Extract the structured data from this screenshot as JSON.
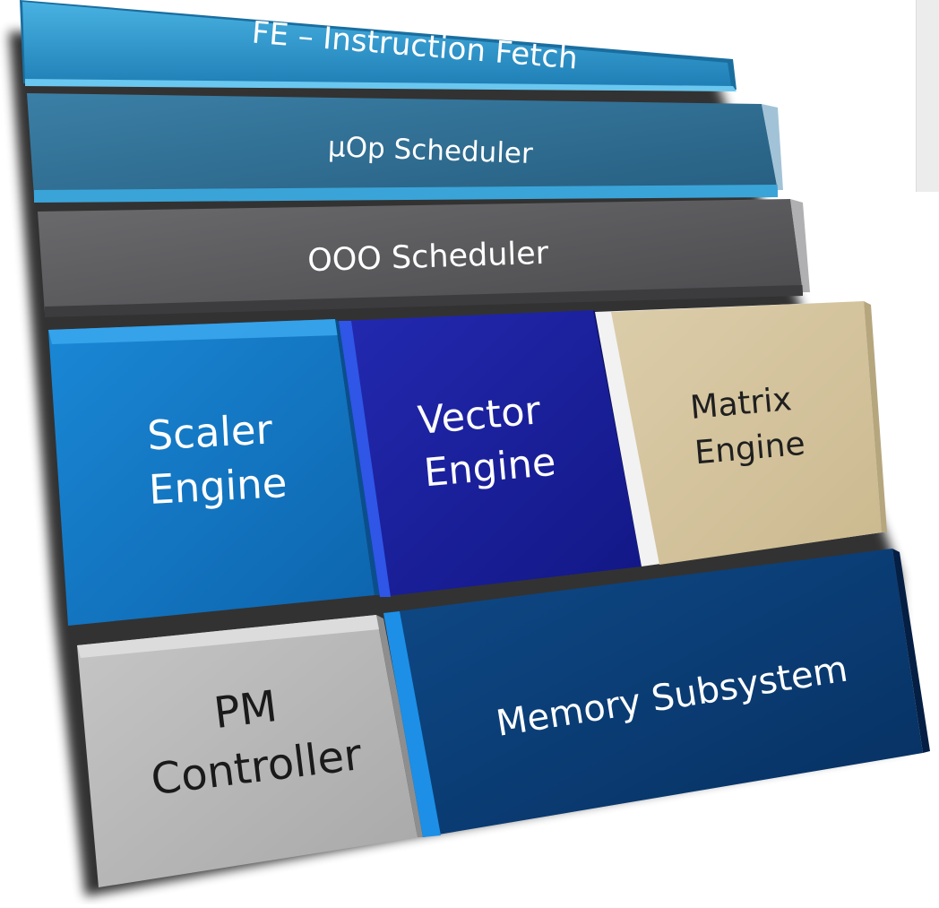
{
  "diagram": {
    "blocks": {
      "fe": {
        "label": "FE – Instruction Fetch",
        "color": "#2a8fc4"
      },
      "uop": {
        "label": "µOp Scheduler",
        "color": "#2d6f93"
      },
      "ooo": {
        "label": "OOO Scheduler",
        "color": "#5c5c5f"
      },
      "scaler": {
        "line1": "Scaler",
        "line2": "Engine",
        "color": "#1477c6"
      },
      "vector": {
        "line1": "Vector",
        "line2": "Engine",
        "color": "#1a1e9e"
      },
      "matrix": {
        "line1": "Matrix",
        "line2": "Engine",
        "color": "#d6c6a2"
      },
      "pm": {
        "line1": "PM",
        "line2": "Controller",
        "color": "#b9b9b9"
      },
      "memory": {
        "label": "Memory Subsystem",
        "color": "#0a3f78"
      }
    }
  }
}
